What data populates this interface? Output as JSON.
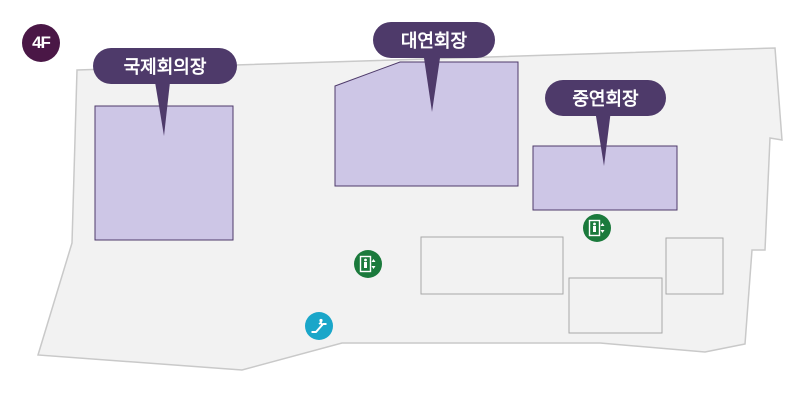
{
  "floor": {
    "label": "4F",
    "badge_color": "#4a1746"
  },
  "colors": {
    "floor_fill": "#f2f2f2",
    "floor_stroke": "#c9c9c9",
    "hall_fill": "#cdc6e6",
    "hall_stroke": "#4e3a6a",
    "label_bg": "#4e3a6a",
    "elevator": "#1b7a3c",
    "escalator": "#1aa6c9"
  },
  "halls": [
    {
      "id": "international",
      "label": "국제회의장"
    },
    {
      "id": "large",
      "label": "대연회장"
    },
    {
      "id": "medium",
      "label": "중연회장"
    }
  ],
  "amenities": [
    {
      "id": "elevator-1",
      "icon": "elevator-icon"
    },
    {
      "id": "elevator-2",
      "icon": "elevator-icon"
    },
    {
      "id": "escalator-1",
      "icon": "escalator-icon"
    }
  ]
}
